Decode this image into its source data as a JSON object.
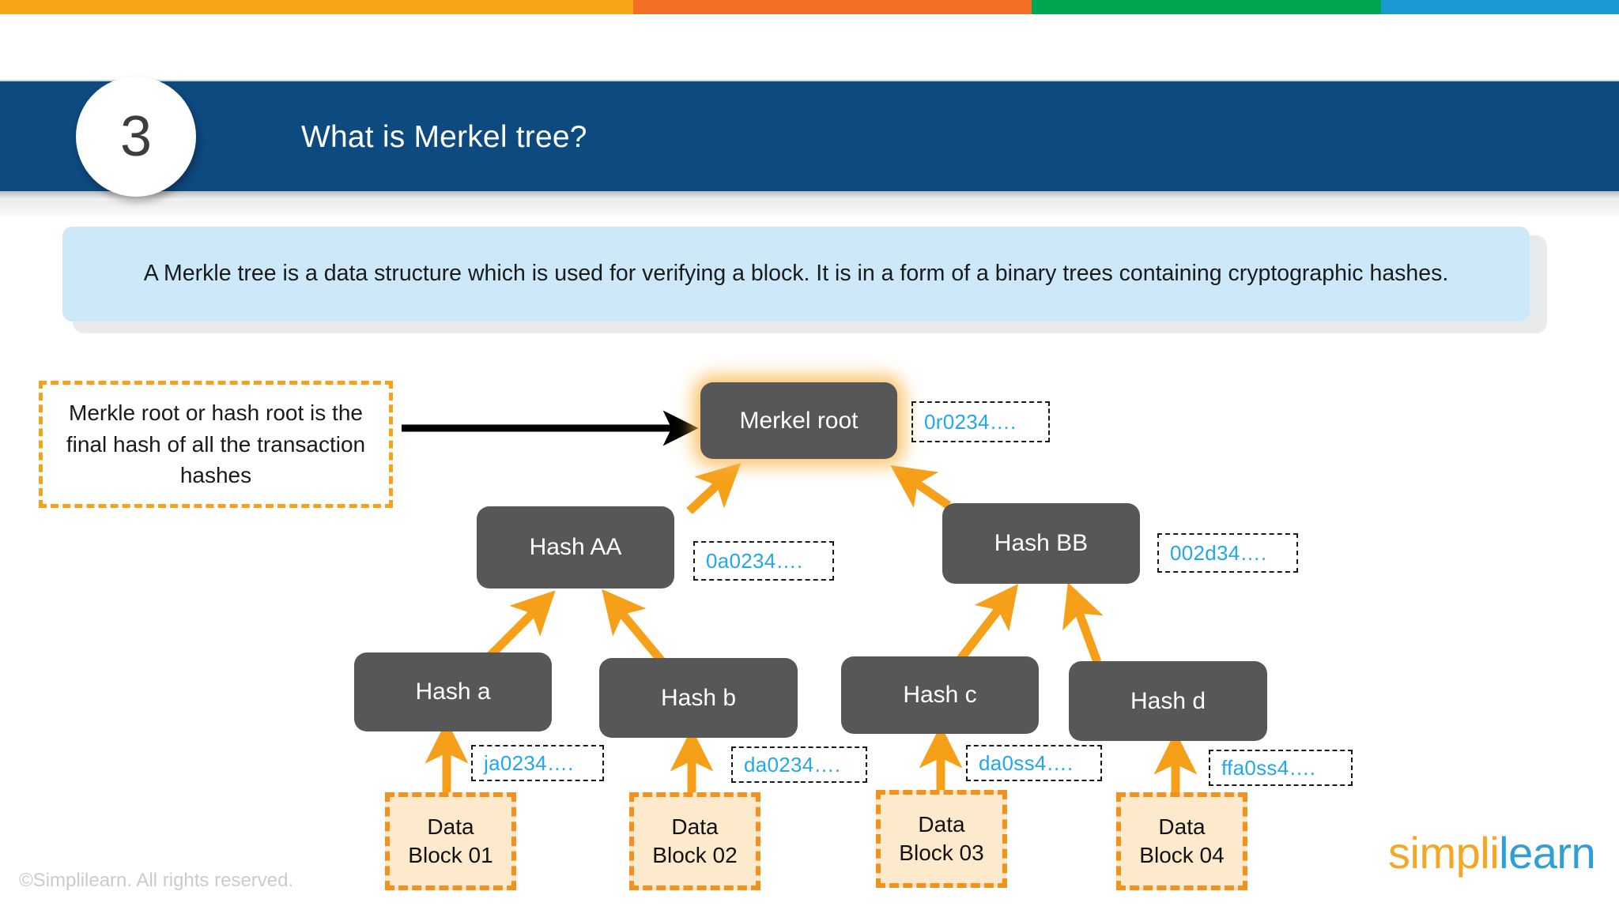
{
  "topbar": {
    "segments": [
      {
        "name": "orange-yellow",
        "color": "#f9a51a"
      },
      {
        "name": "orange",
        "color": "#f26e22"
      },
      {
        "name": "green",
        "color": "#00a651"
      },
      {
        "name": "blue",
        "color": "#1b9ad6"
      }
    ]
  },
  "header": {
    "step_number": "3",
    "title": "What is Merkel tree?",
    "band_color": "#0d4a80"
  },
  "description": {
    "text": "A Merkle tree is a data structure which is used for verifying a block. It is in a form of a binary trees containing cryptographic hashes.",
    "background": "#cde9f9"
  },
  "annotation": {
    "text": "Merkle root or hash root is the final hash of all the transaction hashes",
    "border_color": "#f4a11d"
  },
  "tree": {
    "root": {
      "label": "Merkel root",
      "hash": "0r0234…."
    },
    "level2": [
      {
        "label": "Hash AA",
        "hash": "0a0234…."
      },
      {
        "label": "Hash BB",
        "hash": "002d34…."
      }
    ],
    "leaves": [
      {
        "label": "Hash a",
        "hash": "ja0234…."
      },
      {
        "label": "Hash b",
        "hash": "da0234…."
      },
      {
        "label": "Hash c",
        "hash": "da0ss4…."
      },
      {
        "label": "Hash d",
        "hash": "ffa0ss4…."
      }
    ],
    "data_blocks": [
      {
        "line1": "Data",
        "line2": "Block 01"
      },
      {
        "line1": "Data",
        "line2": "Block 02"
      },
      {
        "line1": "Data",
        "line2": "Block 03"
      },
      {
        "line1": "Data",
        "line2": "Block 04"
      }
    ],
    "node_color": "#575757",
    "arrow_color": "#f6a01a",
    "hash_text_color": "#21a7ef",
    "data_block_fill": "#fdeacd"
  },
  "footer": {
    "copyright": "©Simplilearn. All rights reserved.",
    "logo_part1": "simpl",
    "logo_divider": "i",
    "logo_part2": "learn"
  }
}
